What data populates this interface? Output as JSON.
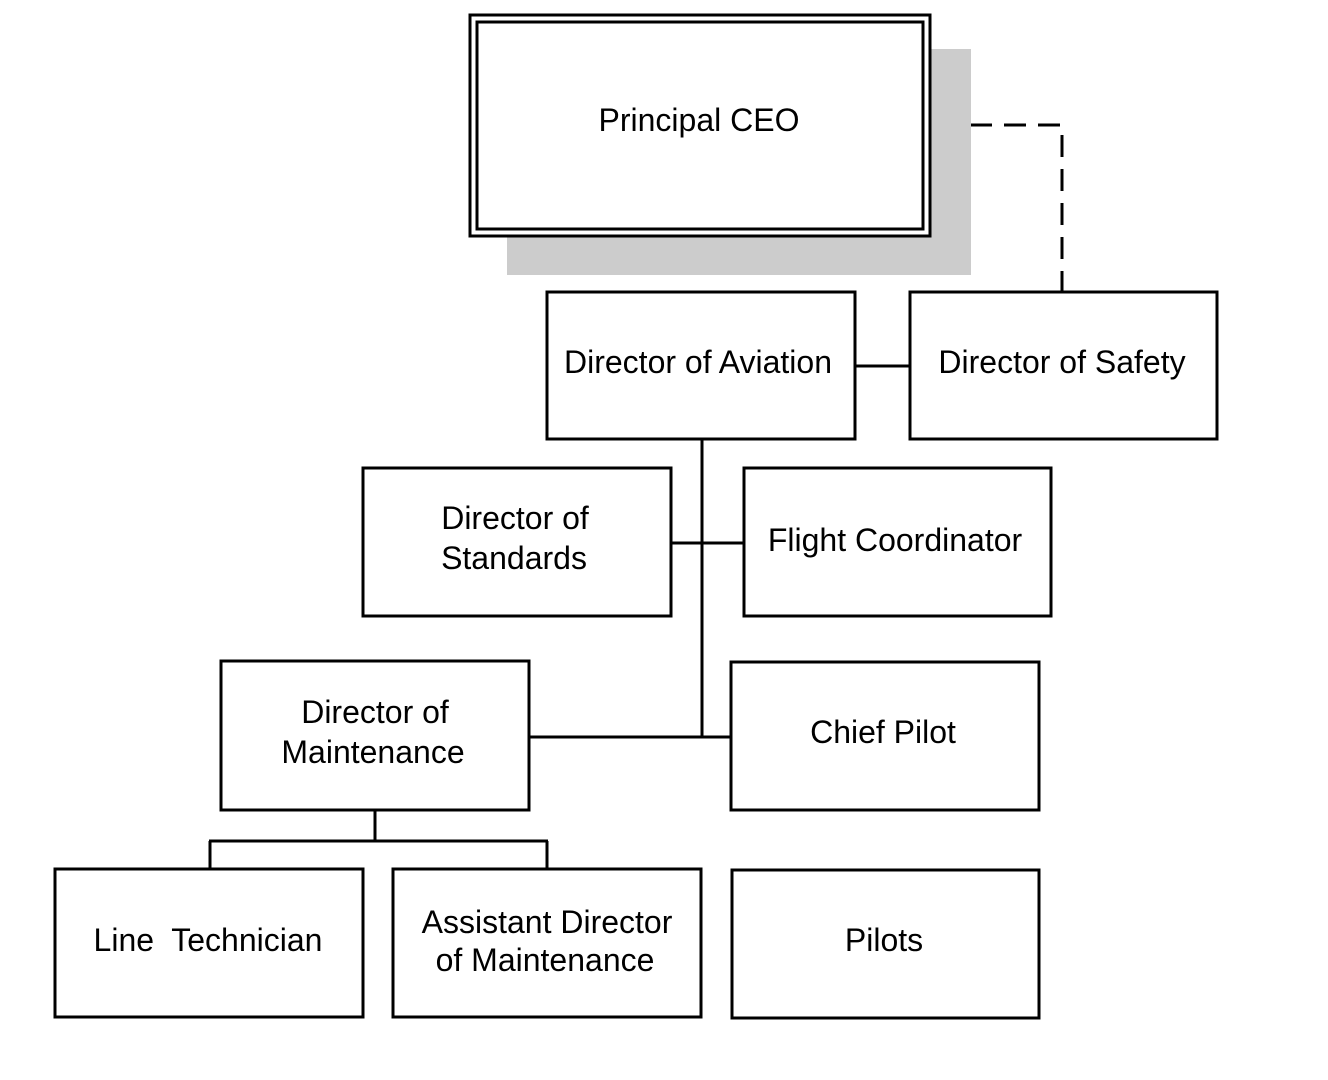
{
  "colors": {
    "line": "#000000",
    "shadow": "#cccccc",
    "background": "#ffffff"
  },
  "nodes": {
    "ceo": {
      "lines": [
        "Principal CEO"
      ]
    },
    "director_aviation": {
      "lines": [
        "Director of Aviation"
      ]
    },
    "director_safety": {
      "lines": [
        "Director of Safety"
      ]
    },
    "director_standards": {
      "lines": [
        "Director of",
        "Standards"
      ]
    },
    "flight_coordinator": {
      "lines": [
        "Flight Coordinator"
      ]
    },
    "director_maintenance": {
      "lines": [
        "Director of",
        "Maintenance"
      ]
    },
    "chief_pilot": {
      "lines": [
        "Chief Pilot"
      ]
    },
    "line_technician": {
      "lines": [
        "Line  Technician"
      ]
    },
    "assistant_director_maintenance": {
      "lines": [
        "Assistant Director",
        "of Maintenance"
      ]
    },
    "pilots": {
      "lines": [
        "Pilots"
      ]
    }
  },
  "edges": [
    {
      "from": "ceo",
      "to": "director_safety",
      "style": "dashed"
    },
    {
      "from": "director_aviation",
      "to": "director_safety",
      "style": "solid"
    },
    {
      "from": "director_aviation",
      "to": "director_standards",
      "style": "solid"
    },
    {
      "from": "director_aviation",
      "to": "flight_coordinator",
      "style": "solid"
    },
    {
      "from": "director_aviation",
      "to": "director_maintenance",
      "style": "solid"
    },
    {
      "from": "director_aviation",
      "to": "chief_pilot",
      "style": "solid"
    },
    {
      "from": "director_maintenance",
      "to": "line_technician",
      "style": "solid"
    },
    {
      "from": "director_maintenance",
      "to": "assistant_director_maintenance",
      "style": "solid"
    }
  ]
}
